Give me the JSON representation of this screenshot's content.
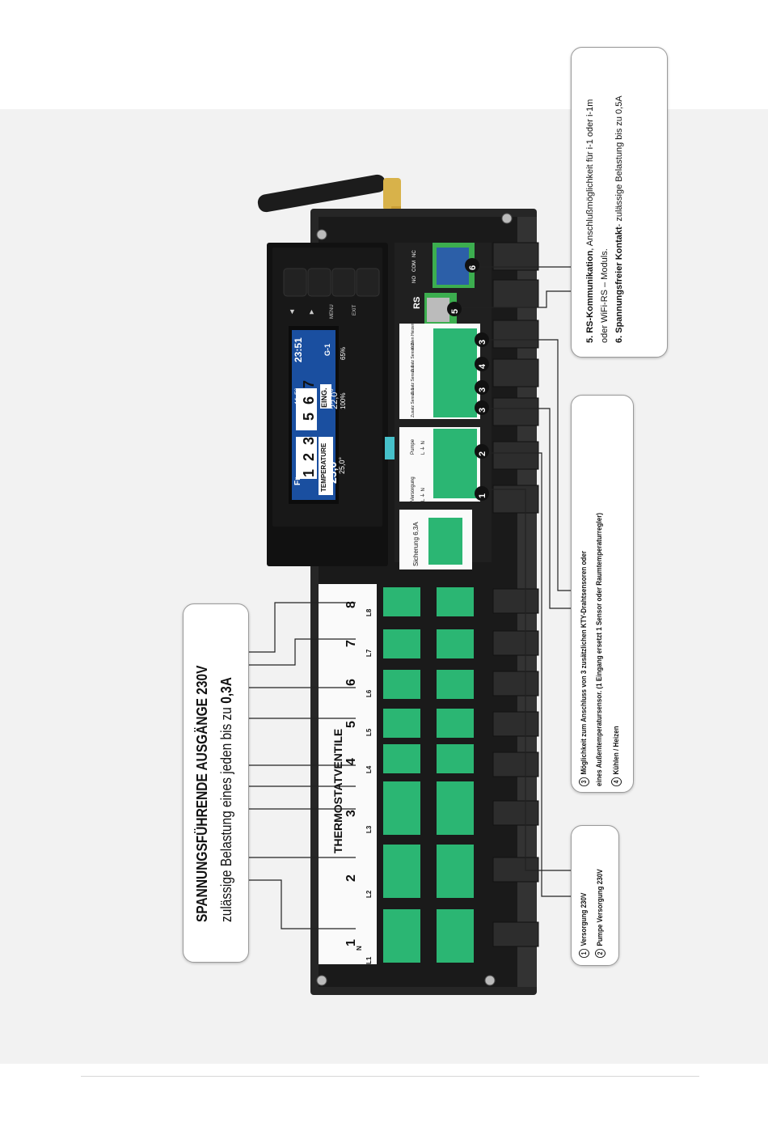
{
  "display": {
    "day": "Fr.",
    "outdoor_temp": "11,5°",
    "time": "23:51",
    "zones_top": [
      "5",
      "6",
      "7"
    ],
    "zones_bottom": [
      "1",
      "2",
      "3"
    ],
    "mode": "G-1",
    "temp_label": "TEMPERATURE",
    "temp_main": "25,0°",
    "temp_set": "25,0°",
    "eing_label": "EING.",
    "eing_value": "22,0°",
    "signal": "100%",
    "battery": "65%"
  },
  "buttons": {
    "menu": "MENU",
    "exit": "EXIT",
    "prev": "◄",
    "next": "►"
  },
  "board": {
    "rs": "RS",
    "relay_labels": [
      "NO",
      "COM",
      "NC"
    ],
    "sicherung": "Sicherung 6,3A",
    "versorgung": "Versorgung",
    "pumpe": "Pumpe",
    "lnn": "L ⏚ N",
    "thermostatventile": "THERMOSTATVENTILE",
    "zones": [
      "1",
      "2",
      "3",
      "4",
      "5",
      "6",
      "7",
      "8"
    ],
    "sensor_labels": [
      "Zusatz Sensor 1",
      "Zusatz Sensor 2",
      "Zusatz Sensor 3",
      "Kühlen Heizen"
    ],
    "terminals": [
      "L1",
      "L2",
      "L3",
      "L4",
      "L5",
      "L6",
      "L7",
      "L8"
    ],
    "n": "N"
  },
  "markers": {
    "m1": "1",
    "m2": "2",
    "m3": "3",
    "m4": "4",
    "m5": "5",
    "m6": "6"
  },
  "callout_left": {
    "line1": "SPANNUNGSFÜHRENDE AUSGÄNGE 230V",
    "line2_prefix": "zulässige Belastung eines jeden bis zu ",
    "line2_value": "0,3A"
  },
  "callout_top": {
    "l1_bold": "5. RS-Kommunikation",
    "l1_rest": ", Anschlußmöglichkeit für i-1 oder i-1m",
    "l2": "oder WiFi-RS – Moduls.",
    "l3_bold": "6. Spannungsfreier Kontakt",
    "l3_rest": "- zulässige Belastung bis zu 0,5A"
  },
  "callout_mid": {
    "l1_num": "3",
    "l1": "Möglichkeit zum Anschluss von 3 zusätzlichen KTY-Drahtsensoren oder",
    "l2": "eines Außentemperatursensor. (1 Eingang ersetzt 1 Sensor oder Raumtemperaturregler)",
    "l3_num": "4",
    "l3": "Kühlen / Heizen"
  },
  "callout_bottom": {
    "l1_num": "1",
    "l1": "Versorgung 230V",
    "l2_num": "2",
    "l2": "Pumpe Versorgung 230V"
  },
  "colors": {
    "green": "#2bb673",
    "dark": "#1e1e1e",
    "screen": "#1a4fa0",
    "pcb": "#3cae4f"
  }
}
